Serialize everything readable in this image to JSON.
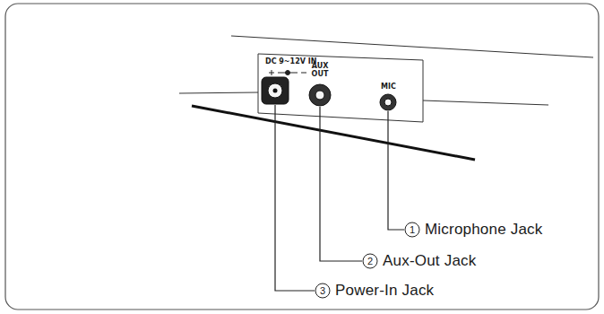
{
  "diagram": {
    "labels": [
      "DC 9~12V IN",
      "AUX OUT",
      "MIC",
      "1",
      "Microphone Jack",
      "2",
      "Aux-Out Jack",
      "3",
      "Power-In Jack"
    ]
  }
}
